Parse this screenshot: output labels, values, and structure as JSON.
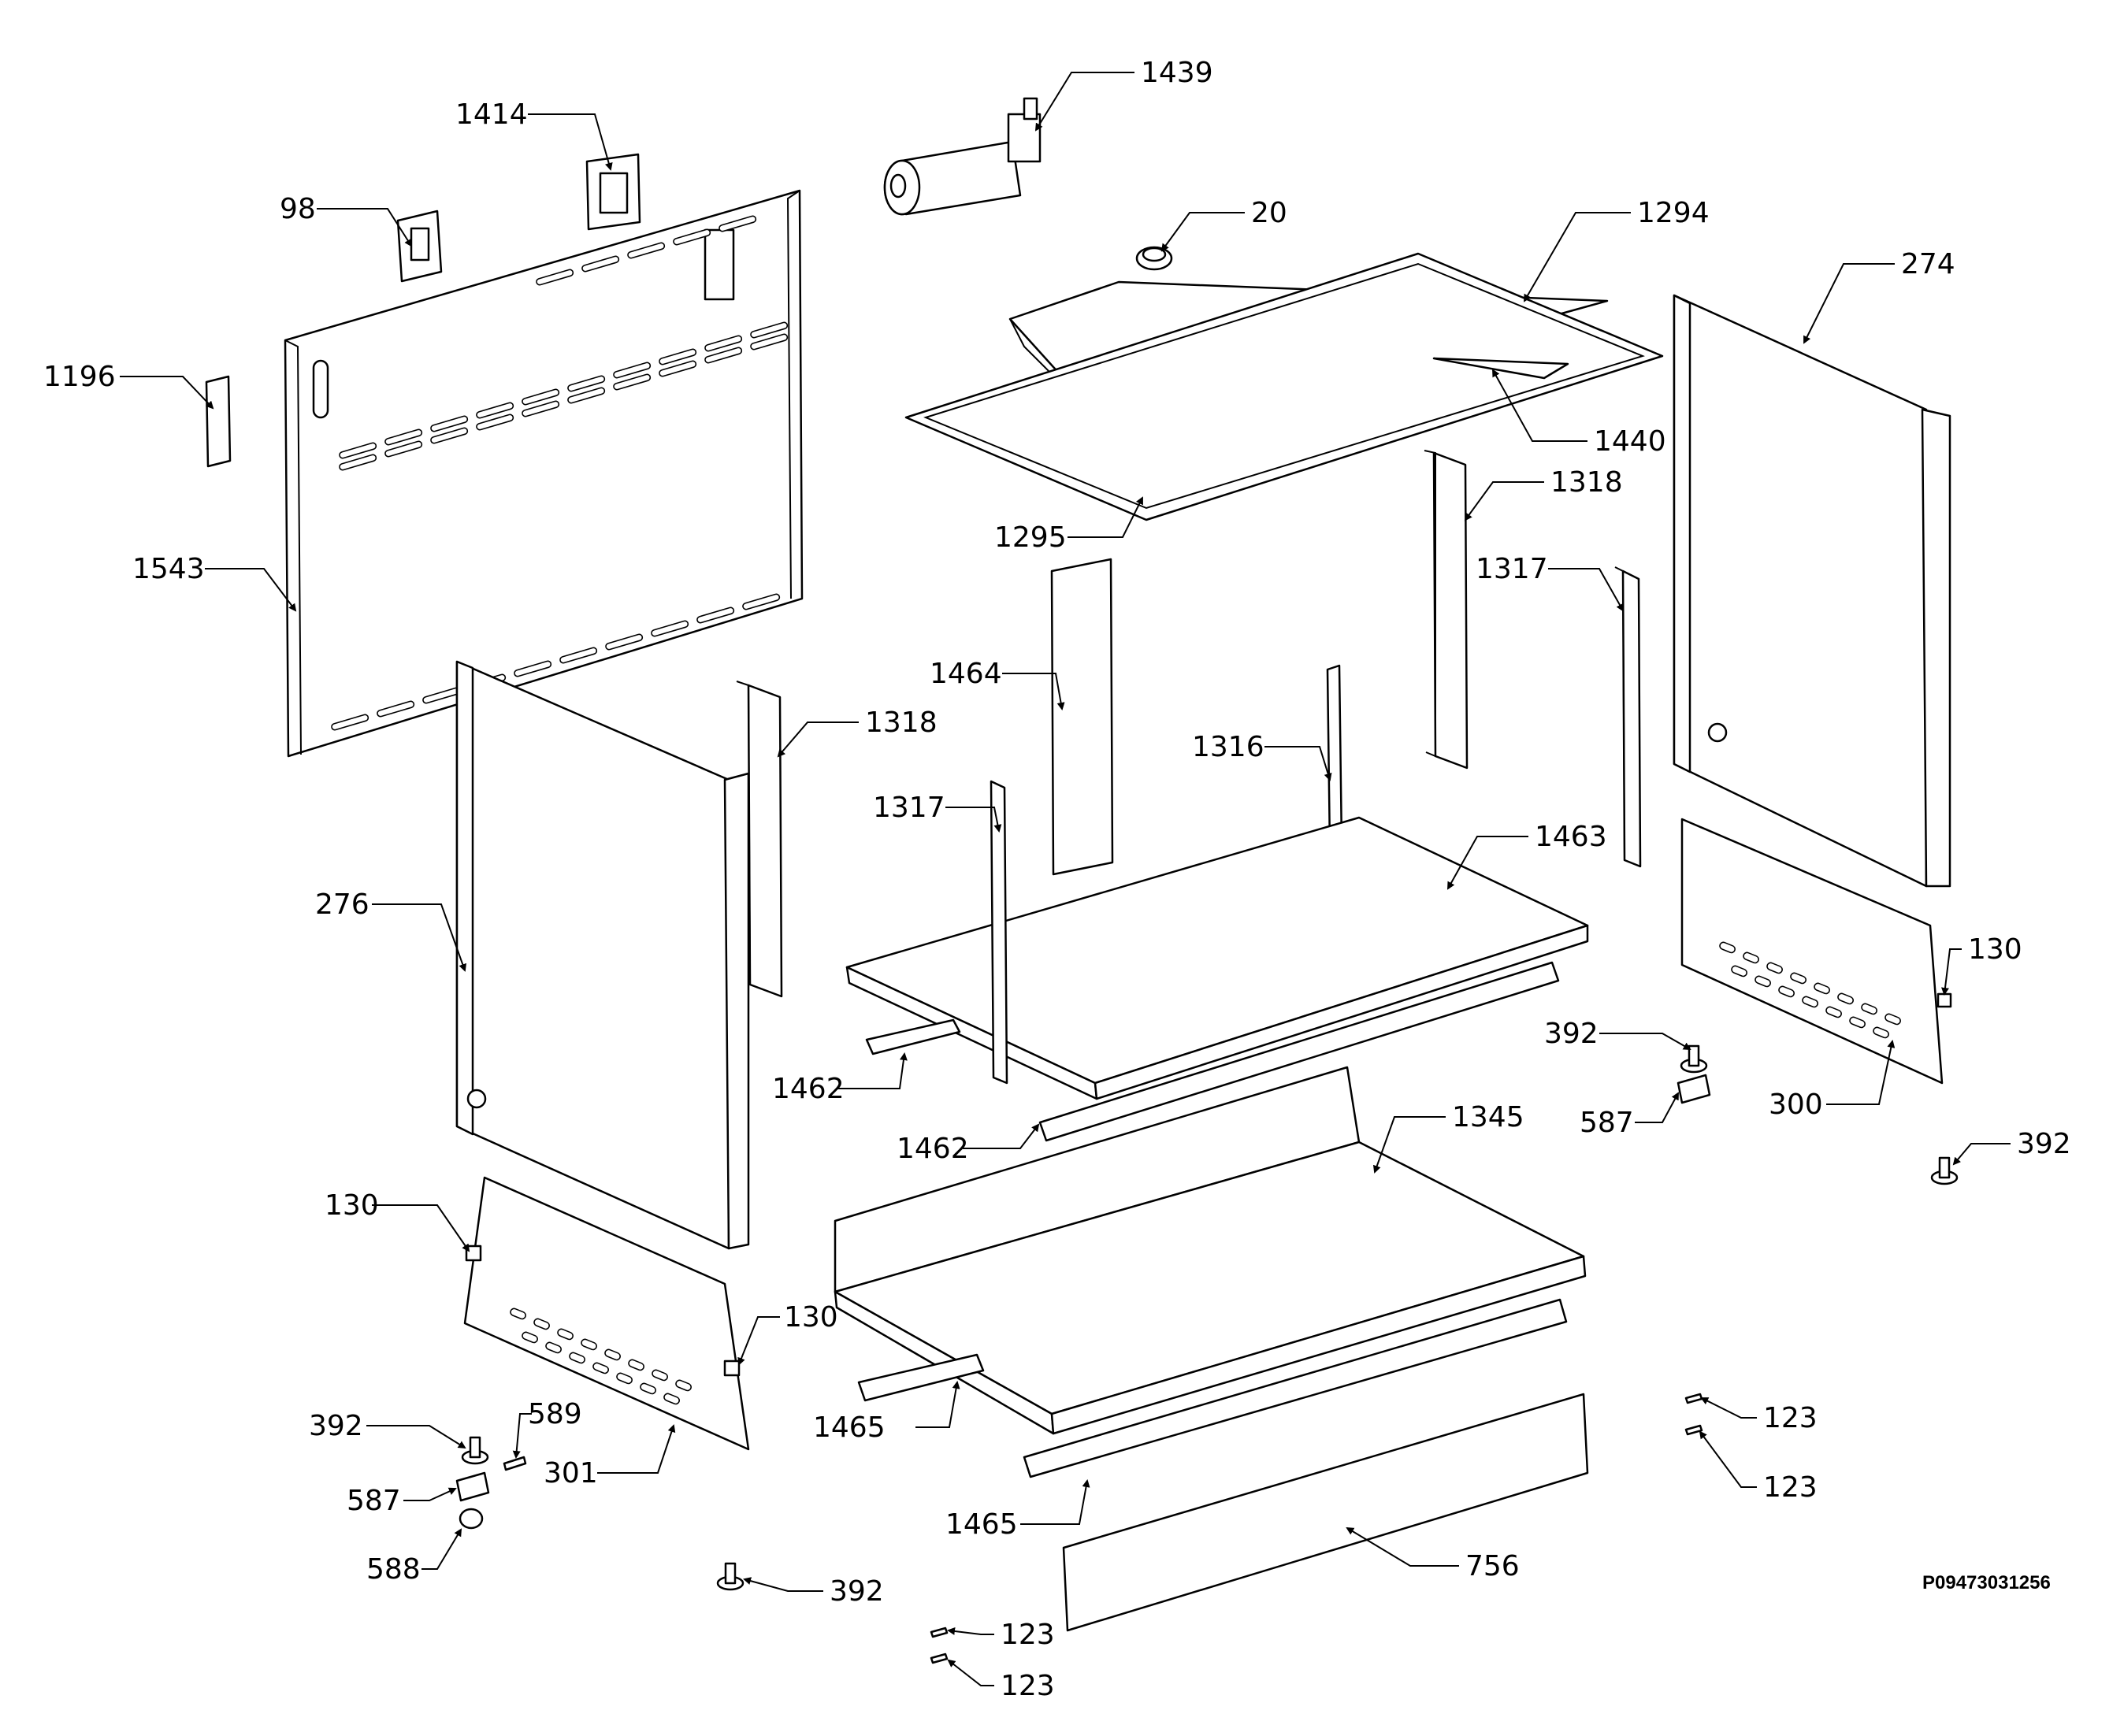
{
  "drawing_code": "P09473031256",
  "callouts": [
    "1439",
    "1414",
    "98",
    "20",
    "1294",
    "274",
    "1196",
    "1440",
    "1318",
    "1543",
    "1295",
    "1317",
    "1464",
    "1316",
    "1318",
    "1317",
    "1463",
    "276",
    "130",
    "392",
    "1462",
    "300",
    "587",
    "1462",
    "1345",
    "392",
    "130",
    "130",
    "1465",
    "123",
    "392",
    "589",
    "301",
    "587",
    "123",
    "1465",
    "588",
    "756",
    "392",
    "123",
    "123"
  ]
}
